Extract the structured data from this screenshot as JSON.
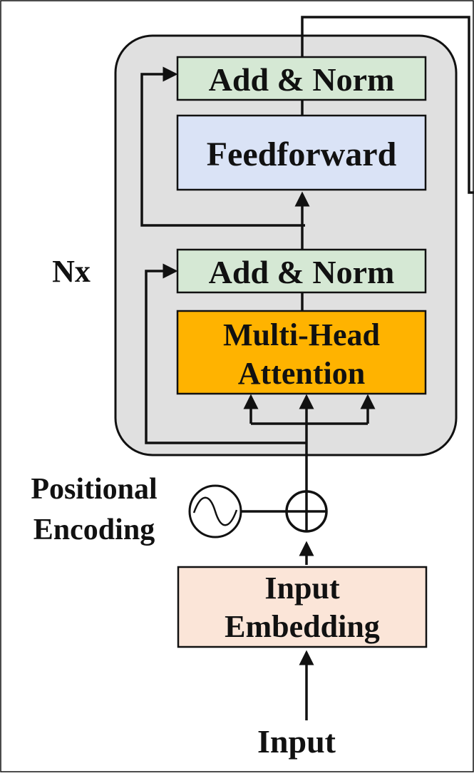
{
  "diagram": {
    "repeat_label": "Nx",
    "blocks": {
      "add_norm_top": "Add & Norm",
      "feedforward": "Feedforward",
      "add_norm_bottom": "Add & Norm",
      "attention_line1": "Multi-Head",
      "attention_line2": "Attention",
      "embedding_line1": "Input",
      "embedding_line2": "Embedding"
    },
    "positional_line1": "Positional",
    "positional_line2": "Encoding",
    "input_label": "Input"
  },
  "colors": {
    "add_norm": "#d5e8d4",
    "feedforward": "#dae3f6",
    "attention": "#ffb300",
    "embedding": "#fbe5d8",
    "layer_container": "#e0e0e0",
    "stroke": "#111111"
  }
}
